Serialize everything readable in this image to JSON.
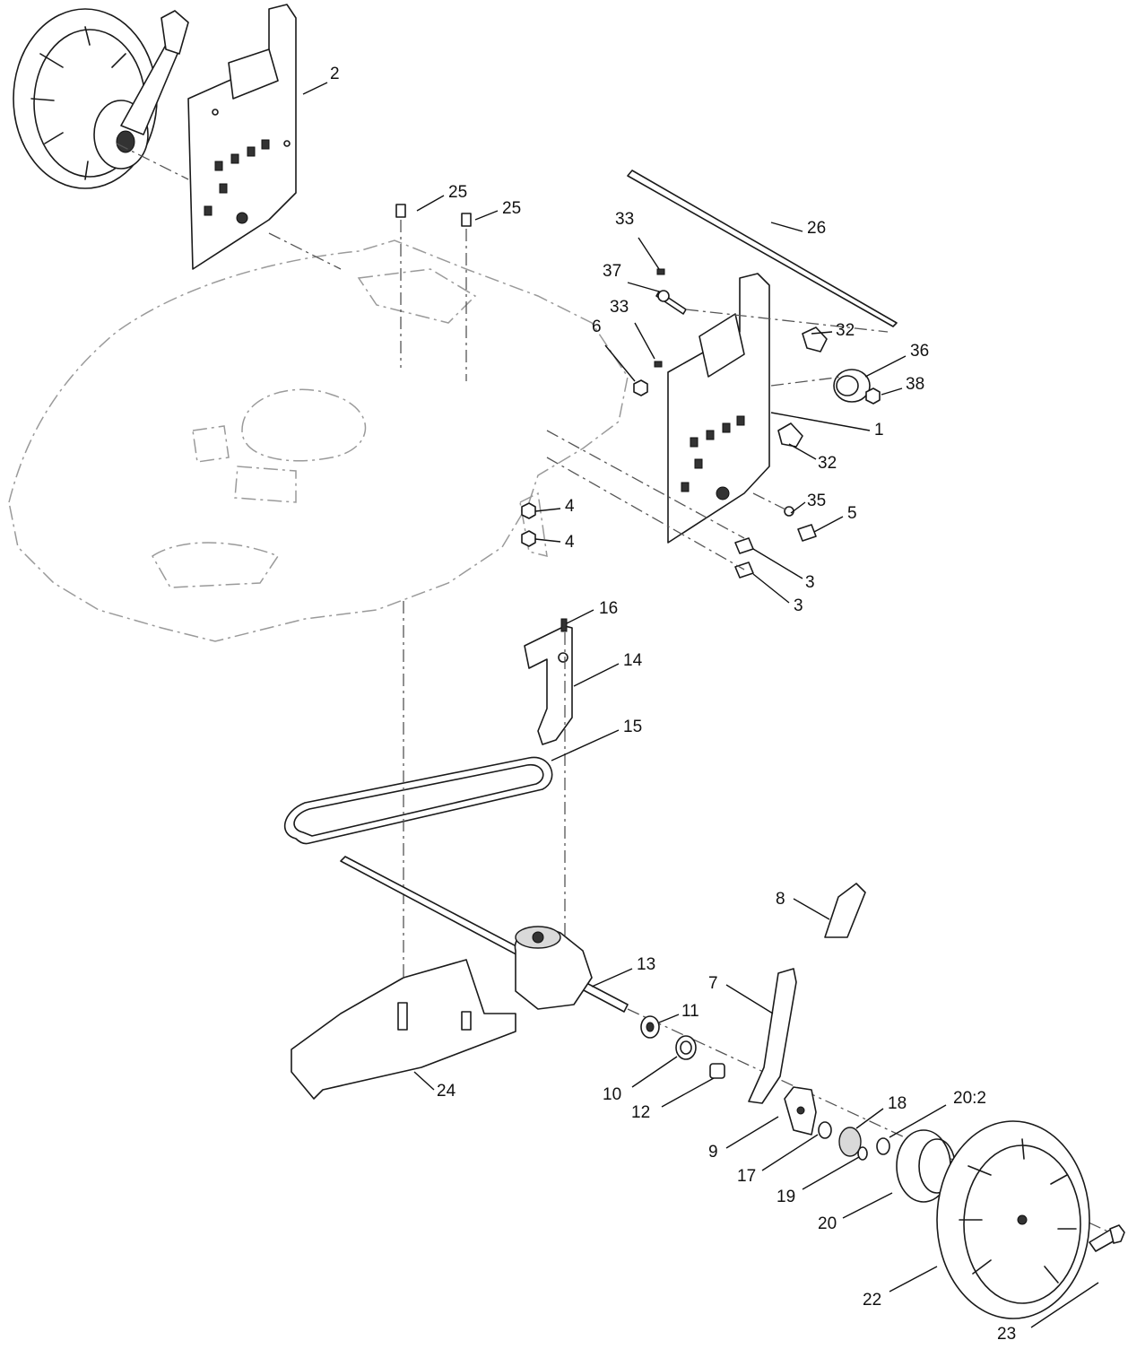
{
  "callouts": [
    {
      "id": "c2",
      "text": "2"
    },
    {
      "id": "c25a",
      "text": "25"
    },
    {
      "id": "c25b",
      "text": "25"
    },
    {
      "id": "c26",
      "text": "26"
    },
    {
      "id": "c33a",
      "text": "33"
    },
    {
      "id": "c37",
      "text": "37"
    },
    {
      "id": "c33b",
      "text": "33"
    },
    {
      "id": "c6",
      "text": "6"
    },
    {
      "id": "c32a",
      "text": "32"
    },
    {
      "id": "c36",
      "text": "36"
    },
    {
      "id": "c38",
      "text": "38"
    },
    {
      "id": "c1",
      "text": "1"
    },
    {
      "id": "c32b",
      "text": "32"
    },
    {
      "id": "c35",
      "text": "35"
    },
    {
      "id": "c5",
      "text": "5"
    },
    {
      "id": "c4a",
      "text": "4"
    },
    {
      "id": "c4b",
      "text": "4"
    },
    {
      "id": "c3a",
      "text": "3"
    },
    {
      "id": "c3b",
      "text": "3"
    },
    {
      "id": "c16",
      "text": "16"
    },
    {
      "id": "c14",
      "text": "14"
    },
    {
      "id": "c15",
      "text": "15"
    },
    {
      "id": "c8",
      "text": "8"
    },
    {
      "id": "c13",
      "text": "13"
    },
    {
      "id": "c7",
      "text": "7"
    },
    {
      "id": "c11",
      "text": "11"
    },
    {
      "id": "c24",
      "text": "24"
    },
    {
      "id": "c10",
      "text": "10"
    },
    {
      "id": "c12",
      "text": "12"
    },
    {
      "id": "c18",
      "text": "18"
    },
    {
      "id": "c20x2",
      "text": "20:2"
    },
    {
      "id": "c9",
      "text": "9"
    },
    {
      "id": "c17",
      "text": "17"
    },
    {
      "id": "c19",
      "text": "19"
    },
    {
      "id": "c20",
      "text": "20"
    },
    {
      "id": "c22",
      "text": "22"
    },
    {
      "id": "c23",
      "text": "23"
    }
  ]
}
